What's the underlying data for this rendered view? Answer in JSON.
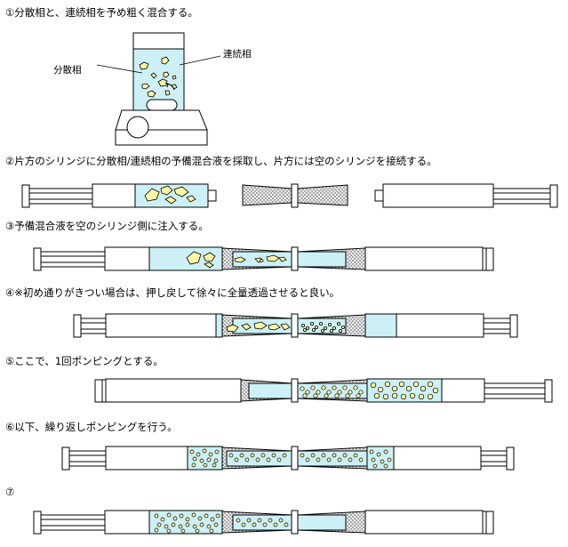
{
  "steps": [
    "①分散相と、連続相を予め粗く混合する。",
    "②片方のシリンジに分散相/連続相の予備混合液を採取し、片方には空のシリンジを接続する。",
    "③予備混合液を空のシリンジ側に注入する。",
    "④※初め通りがきつい場合は、押し戻して徐々に全量透過させると良い。",
    "⑤ここで、1回ポンピングとする。",
    "⑥以下、繰り返しポンピングを行う。",
    "⑦"
  ],
  "labels": {
    "dispersed_phase": "分散相",
    "continuous_phase": "連続相"
  },
  "colors": {
    "liquid": "#ccf0f5",
    "droplet": "#fdf5a6",
    "outline": "#000000",
    "membrane": "#d8d8d8"
  }
}
